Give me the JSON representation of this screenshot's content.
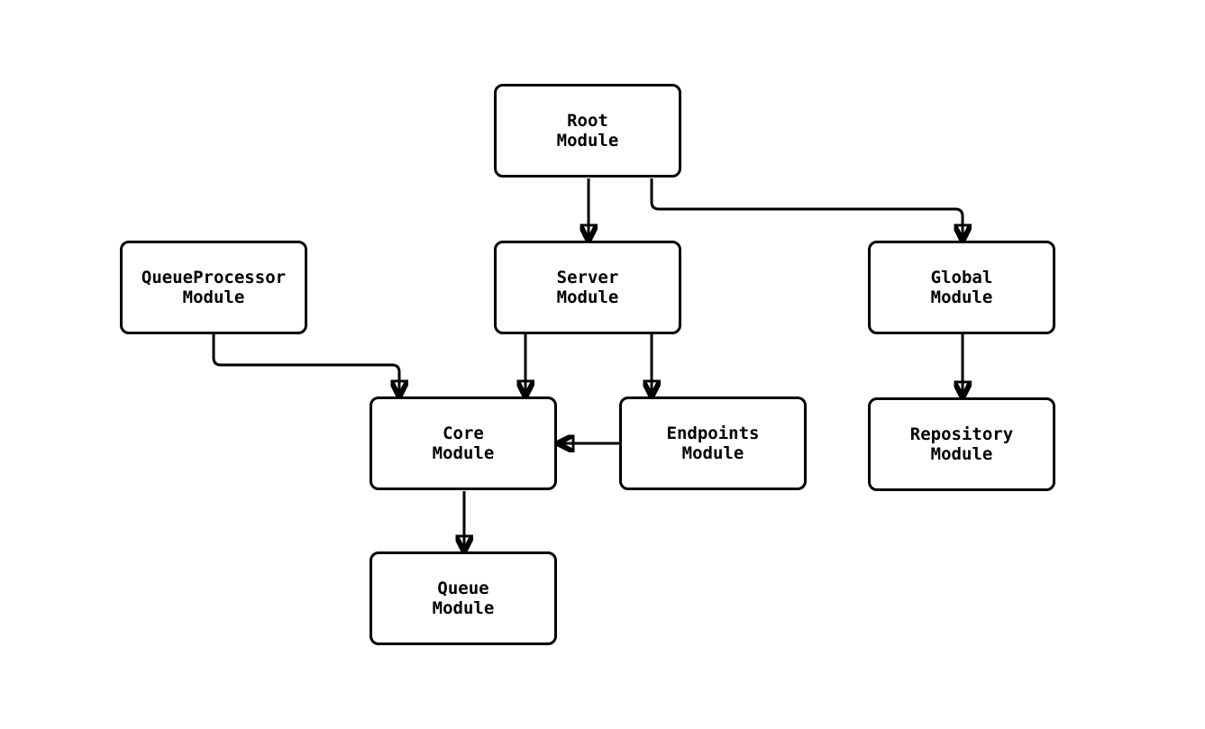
{
  "diagram": {
    "type": "flowchart",
    "background_color": "#ffffff",
    "stroke_color": "#000000",
    "text_color": "#000000",
    "nodes": [
      {
        "id": "root",
        "line1": "Root",
        "line2": "Module"
      },
      {
        "id": "queueprocessor",
        "line1": "QueueProcessor",
        "line2": "Module"
      },
      {
        "id": "server",
        "line1": "Server",
        "line2": "Module"
      },
      {
        "id": "global",
        "line1": "Global",
        "line2": "Module"
      },
      {
        "id": "core",
        "line1": "Core",
        "line2": "Module"
      },
      {
        "id": "endpoints",
        "line1": "Endpoints",
        "line2": "Module"
      },
      {
        "id": "repository",
        "line1": "Repository",
        "line2": "Module"
      },
      {
        "id": "queue",
        "line1": "Queue",
        "line2": "Module"
      }
    ],
    "edges": [
      {
        "from": "Root Module",
        "to": "Server Module"
      },
      {
        "from": "Root Module",
        "to": "Global Module"
      },
      {
        "from": "QueueProcessor Module",
        "to": "Core Module"
      },
      {
        "from": "Server Module",
        "to": "Core Module"
      },
      {
        "from": "Server Module",
        "to": "Endpoints Module"
      },
      {
        "from": "Endpoints Module",
        "to": "Core Module"
      },
      {
        "from": "Global Module",
        "to": "Repository Module"
      },
      {
        "from": "Core Module",
        "to": "Queue Module"
      }
    ]
  }
}
